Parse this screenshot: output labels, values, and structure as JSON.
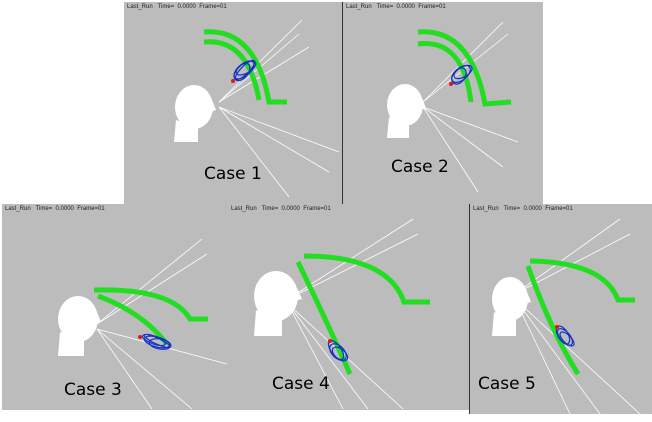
{
  "panels": [
    {
      "header": "Last_Run   Time=  0.0000  Frame=01",
      "case_label": "Case 1"
    },
    {
      "header": "Last_Run   Time=  0.0000  Frame=01",
      "case_label": "Case 2"
    },
    {
      "header": "Last_Run   Time=  0.0000  Frame=01",
      "case_label": "Case 3"
    },
    {
      "header": "Last_Run   Time=  0.0000  Frame=01",
      "case_label": "Case 4"
    },
    {
      "header": "Last_Run   Time=  0.0000  Frame=01",
      "case_label": "Case 5"
    }
  ],
  "colors": {
    "background": "#bcbcbc",
    "head": "#ffffff",
    "trajectory": "#22dd22",
    "cluster": "#1530c8",
    "marker": "#e01818",
    "rays": "#ffffff"
  },
  "icons": [
    "head-silhouette-icon"
  ]
}
